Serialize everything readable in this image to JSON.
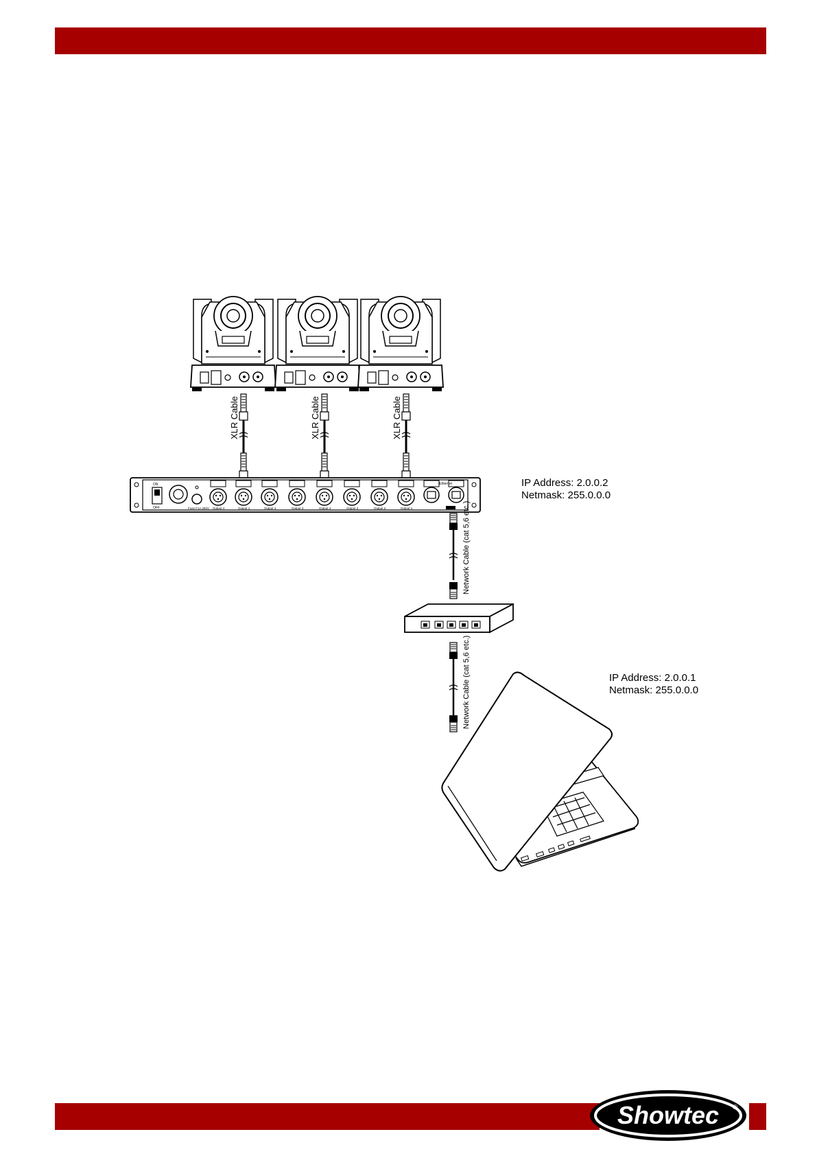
{
  "header": {
    "bar_color": "#a60000"
  },
  "diagram": {
    "xlr_cable_label": "XLR Cable",
    "network_cable_label": "Network Cable (cat 5,6 etc.)",
    "node": {
      "ip_address": "IP Address: 2.0.0.2",
      "netmask": "Netmask: 255.0.0.0",
      "switch_on": "ON",
      "switch_off": "OFF",
      "fuse": "Fuse F1A 250V",
      "ethernet": "Ethernet",
      "outputs": [
        "Output 4",
        "Output 1",
        "Output 4",
        "Output 3",
        "Output 4",
        "Output 2",
        "Output 2",
        "Output 1"
      ]
    },
    "laptop": {
      "ip_address": "IP Address: 2.0.0.1",
      "netmask": "Netmask: 255.0.0.0"
    }
  },
  "footer": {
    "logo_text": "Showtec",
    "logo_mark": "®"
  }
}
